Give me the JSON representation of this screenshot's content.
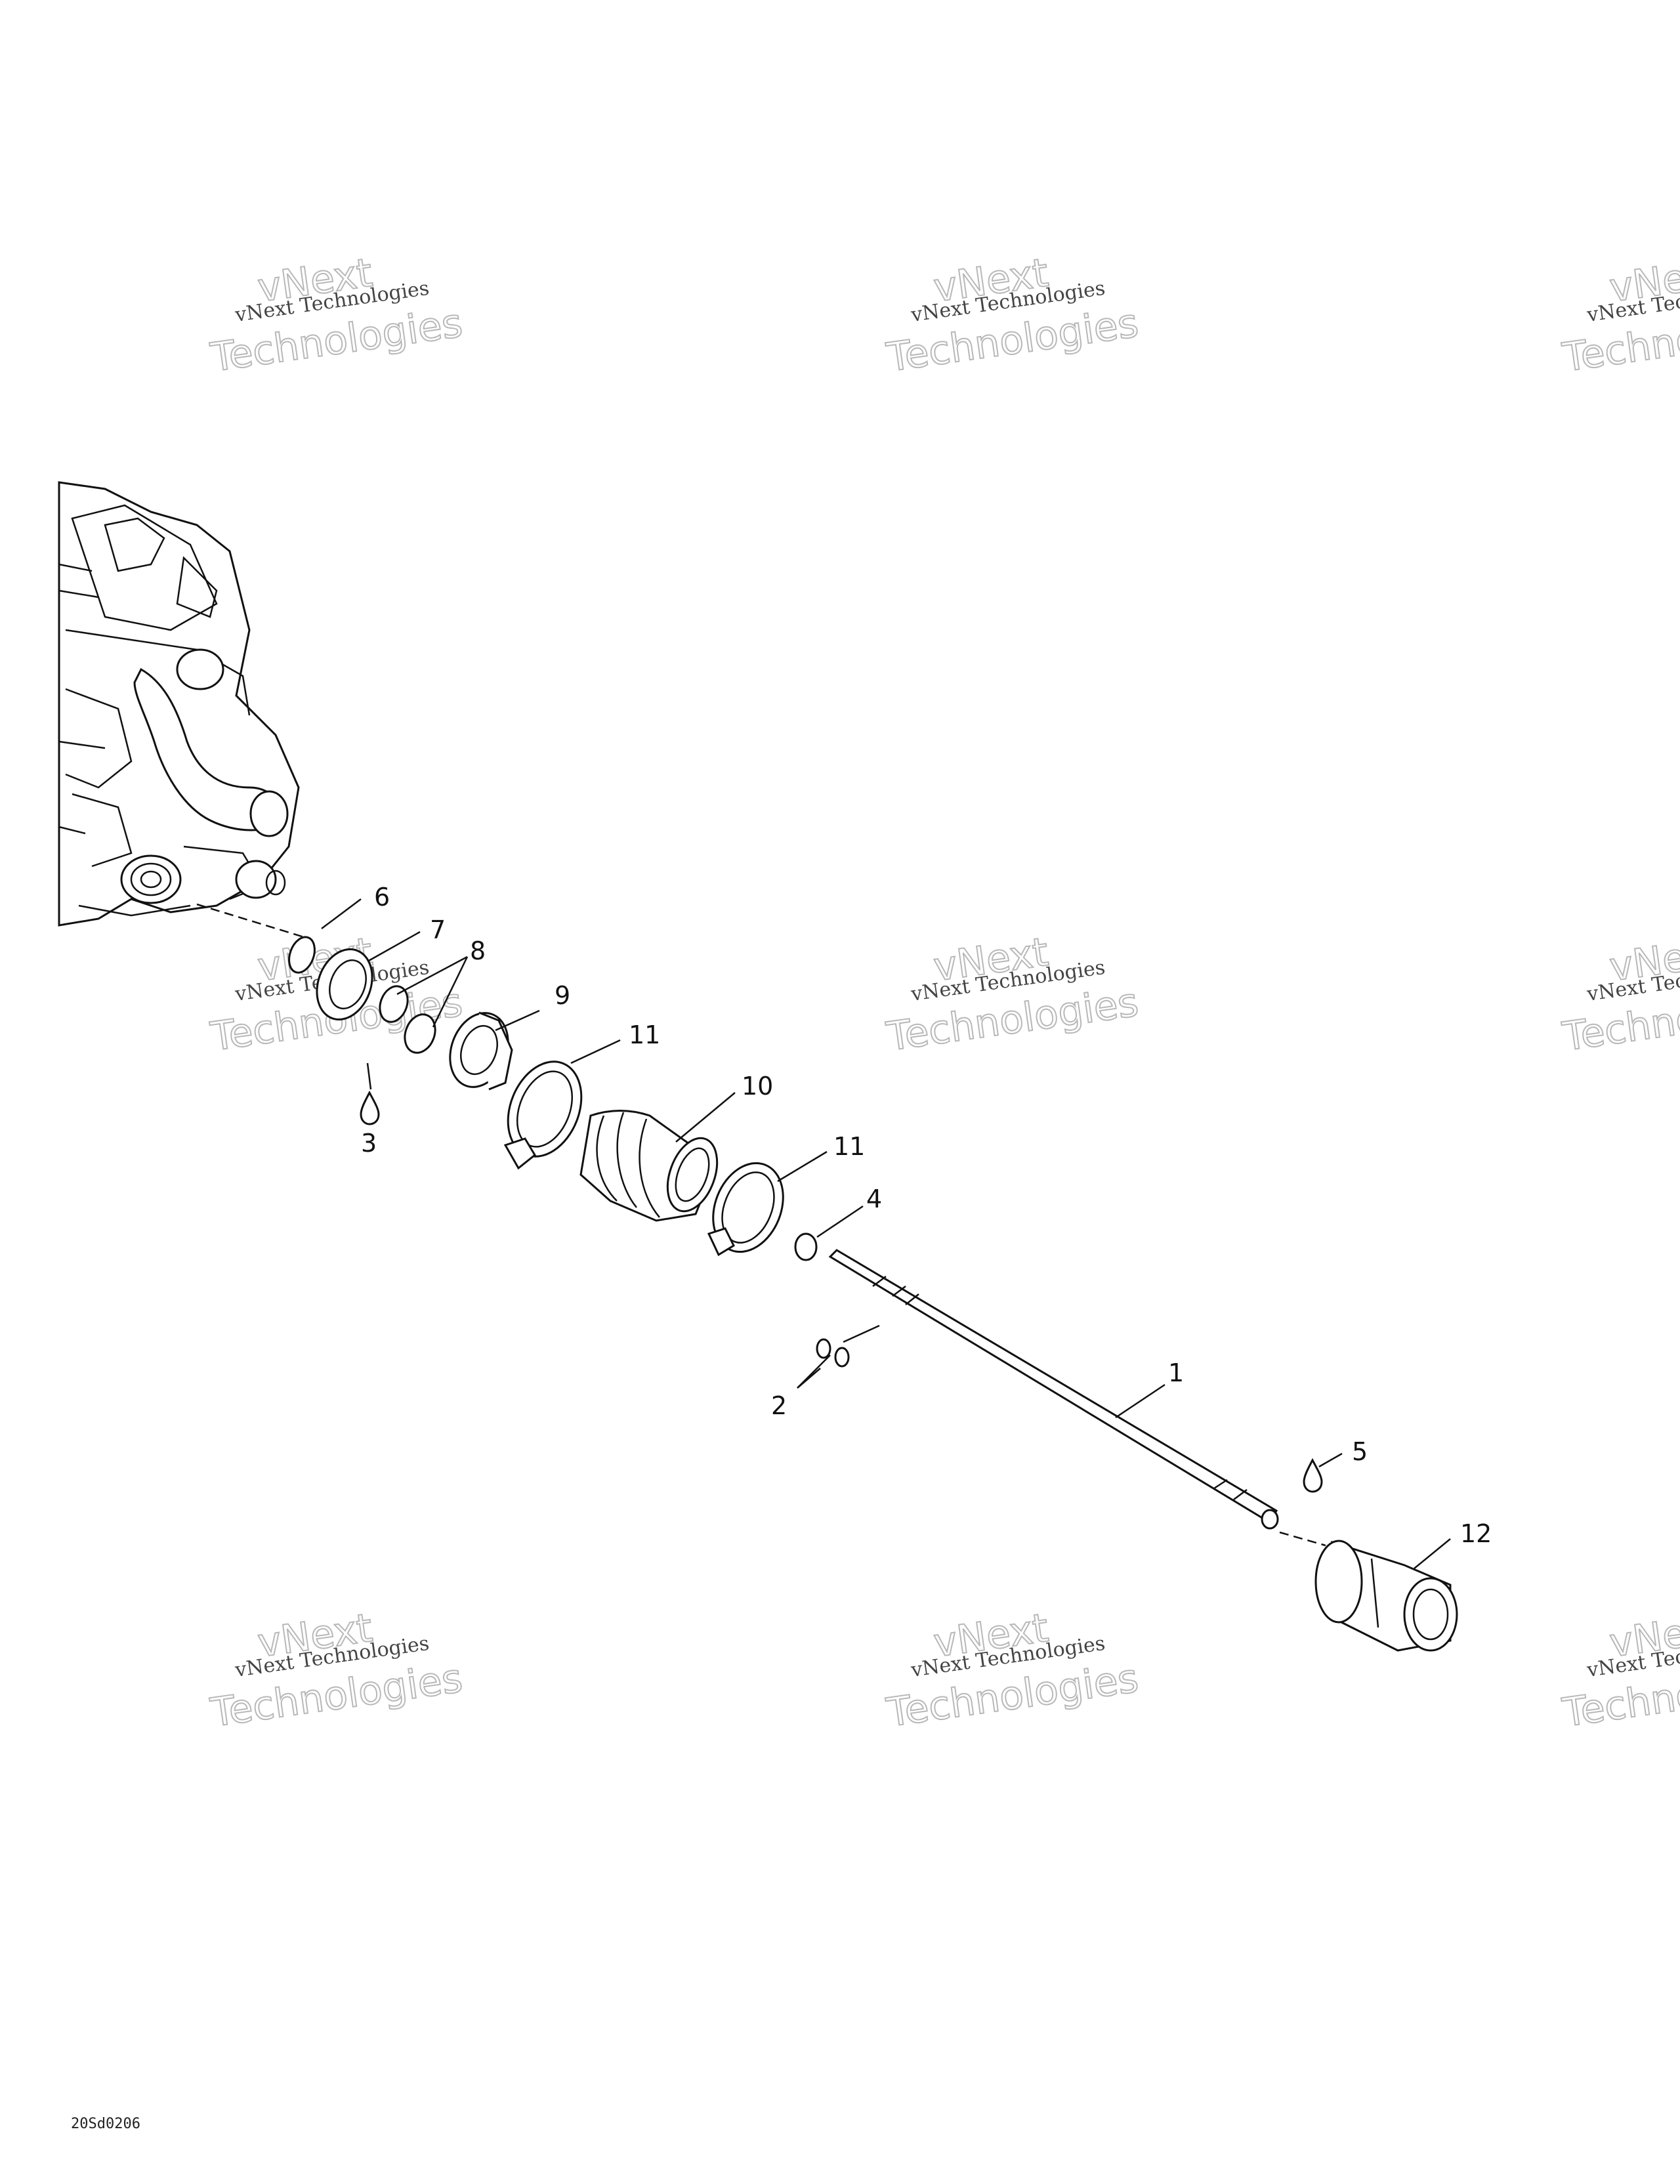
{
  "callouts": [
    "6",
    "7",
    "8",
    "9",
    "11",
    "10",
    "11",
    "4",
    "3",
    "2",
    "1",
    "5",
    "12"
  ],
  "watermark": {
    "line1": "vNext Technologies",
    "line2": "vNext",
    "line3": "Technologies"
  },
  "figure_code": "20Sd0206"
}
